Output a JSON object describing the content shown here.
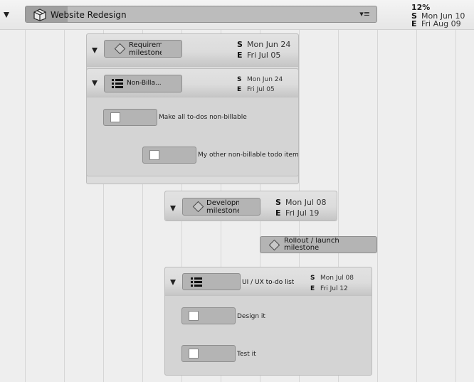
{
  "project": {
    "title": "Website Redesign",
    "percent": "12%",
    "start_label": "S",
    "start": "Mon Jun 10",
    "end_label": "E",
    "end": "Fri Aug 09",
    "progress": 0.12,
    "menu_icon": "▾≡"
  },
  "milestone_requirements": {
    "label": "Requirements milestone",
    "start_label": "S",
    "start": "Mon Jun 24",
    "end_label": "E",
    "end": "Fri Jul 05"
  },
  "list_nonbillable": {
    "label": "Non-Billa...",
    "start_label": "S",
    "start": "Mon Jun 24",
    "end_label": "E",
    "end": "Fri Jul 05",
    "todos": [
      {
        "label": "Make all to-dos non-billable"
      },
      {
        "label": "My other non-billable todo item"
      }
    ]
  },
  "milestone_development": {
    "label": "Development milestone",
    "start_label": "S",
    "start": "Mon Jul 08",
    "end_label": "E",
    "end": "Fri Jul 19"
  },
  "milestone_rollout": {
    "label": "Rollout / launch milestone"
  },
  "list_uiux": {
    "label": "UI / UX to-do list",
    "start_label": "S",
    "start": "Mon Jul 08",
    "end_label": "E",
    "end": "Fri Jul 12",
    "todos": [
      {
        "label": "Design it"
      },
      {
        "label": "Test it"
      }
    ]
  }
}
